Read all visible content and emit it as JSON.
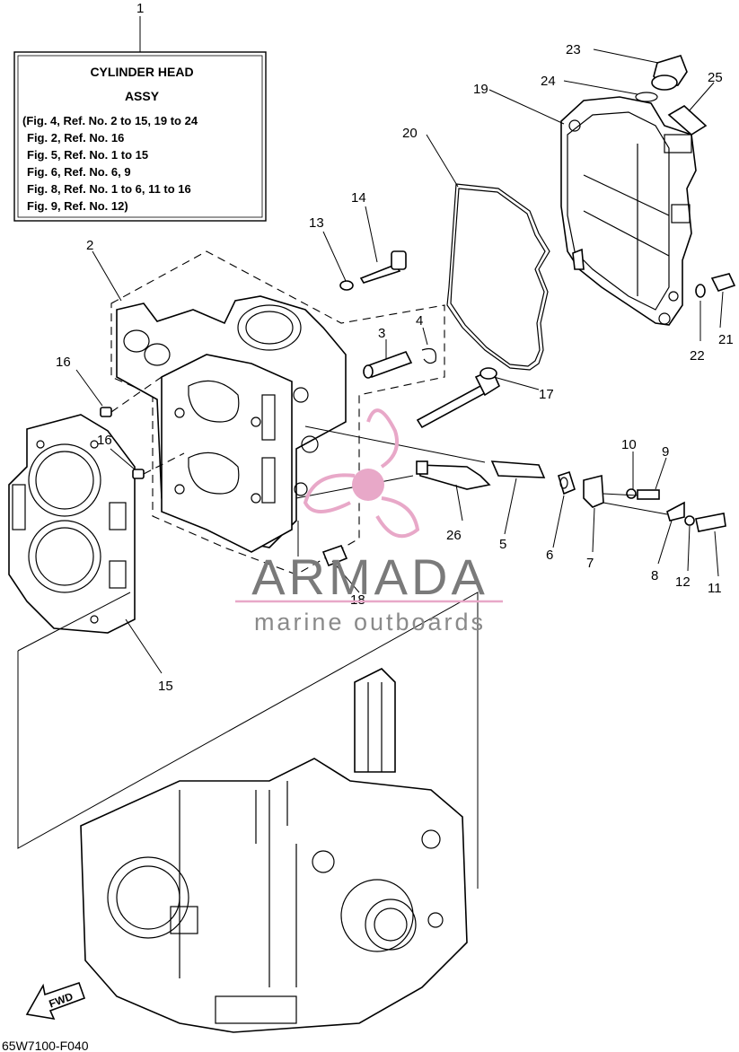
{
  "assy_box": {
    "ref": "1",
    "title_line1": "CYLINDER HEAD",
    "title_line2": "ASSY",
    "lines": [
      "(Fig. 4, Ref. No. 2 to 15, 19 to 24",
      "Fig. 2, Ref. No. 16",
      "Fig. 5, Ref. No. 1 to 15",
      "Fig. 6, Ref. No. 6, 9",
      "Fig. 8, Ref. No. 1 to 6, 11 to 16",
      "Fig. 9, Ref. No. 12)"
    ]
  },
  "callouts": [
    "2",
    "3",
    "4",
    "5",
    "6",
    "7",
    "8",
    "9",
    "10",
    "11",
    "12",
    "13",
    "14",
    "15",
    "16",
    "16",
    "17",
    "18",
    "19",
    "20",
    "21",
    "22",
    "23",
    "24",
    "25",
    "26"
  ],
  "watermark": {
    "brand": "ARMADA",
    "tagline": "marine outboards",
    "accent_color": "#e8a8c8"
  },
  "fwd_label": "FWD",
  "diagram_code": "65W7100-F040"
}
